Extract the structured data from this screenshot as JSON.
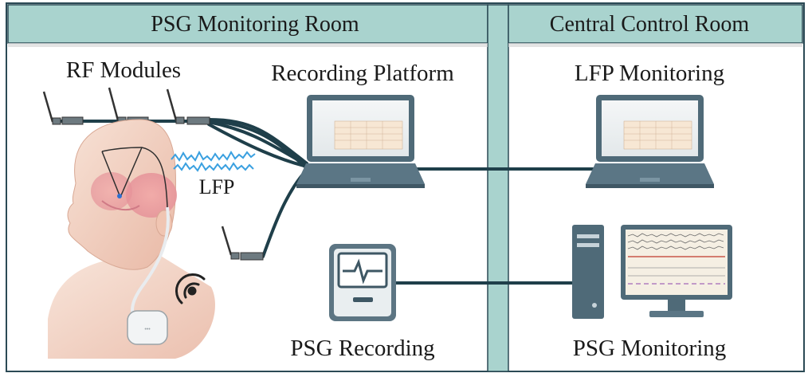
{
  "rooms": {
    "left_title": "PSG Monitoring Room",
    "right_title": "Central Control Room"
  },
  "labels": {
    "rf_modules": "RF Modules",
    "recording_platform": "Recording Platform",
    "lfp_monitoring": "LFP Monitoring",
    "lfp_signal": "LFP",
    "psg_recording": "PSG Recording",
    "psg_monitoring": "PSG Monitoring"
  },
  "colors": {
    "header_fill": "#a9d3ce",
    "border": "#2b4a55",
    "cable": "#1f3f4a",
    "laptop_body": "#4f6a78",
    "lfp_wave": "#3aa0e0",
    "skin": "#f3d3c3"
  }
}
